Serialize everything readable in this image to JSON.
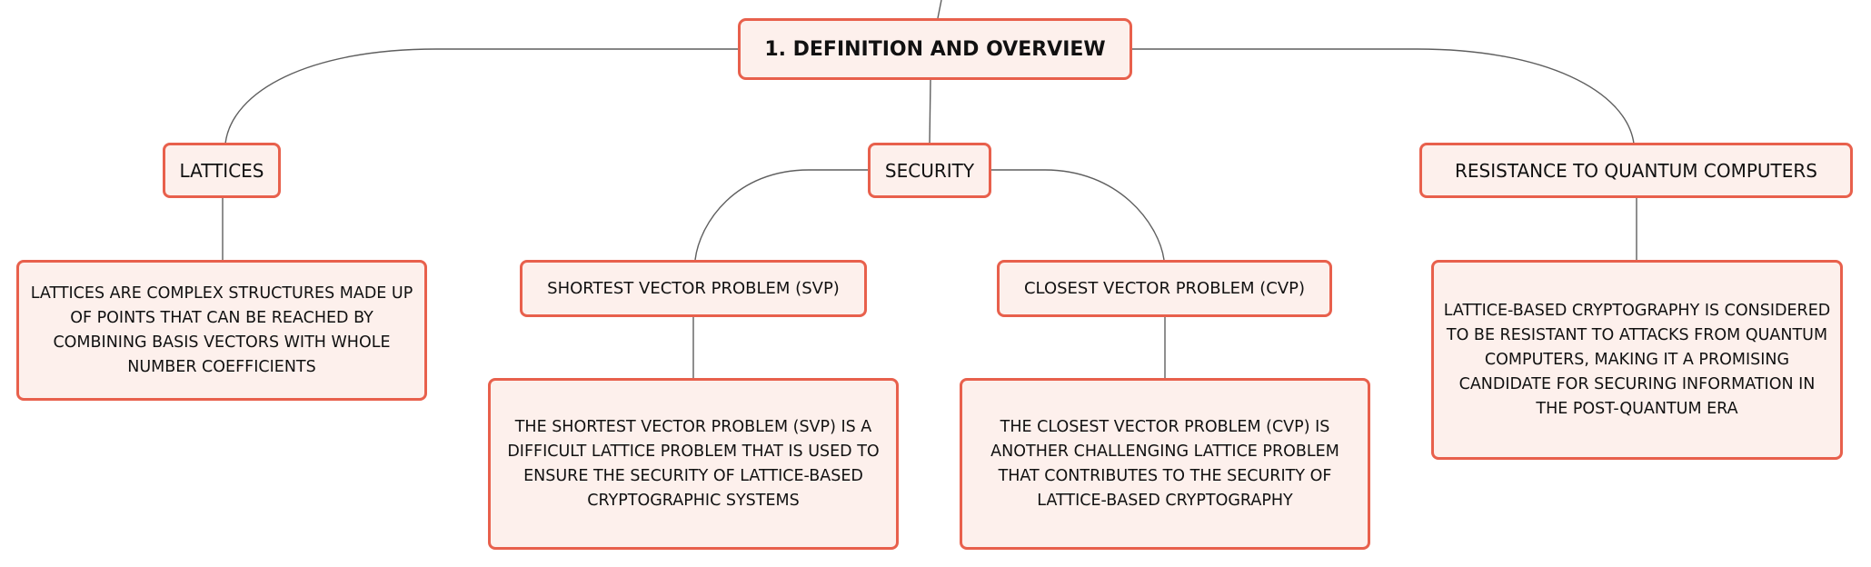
{
  "root": {
    "label": "1. DEFINITION AND OVERVIEW"
  },
  "branches": {
    "lattices": {
      "label": "LATTICES",
      "description": "LATTICES ARE COMPLEX STRUCTURES MADE UP OF POINTS THAT CAN BE REACHED BY COMBINING BASIS VECTORS WITH WHOLE NUMBER COEFFICIENTS"
    },
    "security": {
      "label": "SECURITY",
      "children": {
        "svp": {
          "label": "SHORTEST VECTOR PROBLEM (SVP)",
          "description": "THE SHORTEST VECTOR PROBLEM (SVP) IS A DIFFICULT LATTICE PROBLEM THAT IS USED TO ENSURE THE SECURITY OF LATTICE-BASED CRYPTOGRAPHIC SYSTEMS"
        },
        "cvp": {
          "label": "CLOSEST VECTOR PROBLEM (CVP)",
          "description": "THE CLOSEST VECTOR PROBLEM (CVP) IS ANOTHER CHALLENGING LATTICE PROBLEM THAT CONTRIBUTES TO THE SECURITY OF LATTICE-BASED CRYPTOGRAPHY"
        }
      }
    },
    "quantum": {
      "label": "RESISTANCE TO QUANTUM COMPUTERS",
      "description": "LATTICE-BASED CRYPTOGRAPHY IS CONSIDERED TO BE RESISTANT TO ATTACKS FROM QUANTUM COMPUTERS, MAKING IT A PROMISING CANDIDATE FOR SECURING INFORMATION IN THE POST-QUANTUM ERA"
    }
  },
  "colors": {
    "node_border": "#e8604c",
    "node_fill": "#fdf0ec",
    "connector": "#5f5f5f",
    "text": "#111111"
  }
}
